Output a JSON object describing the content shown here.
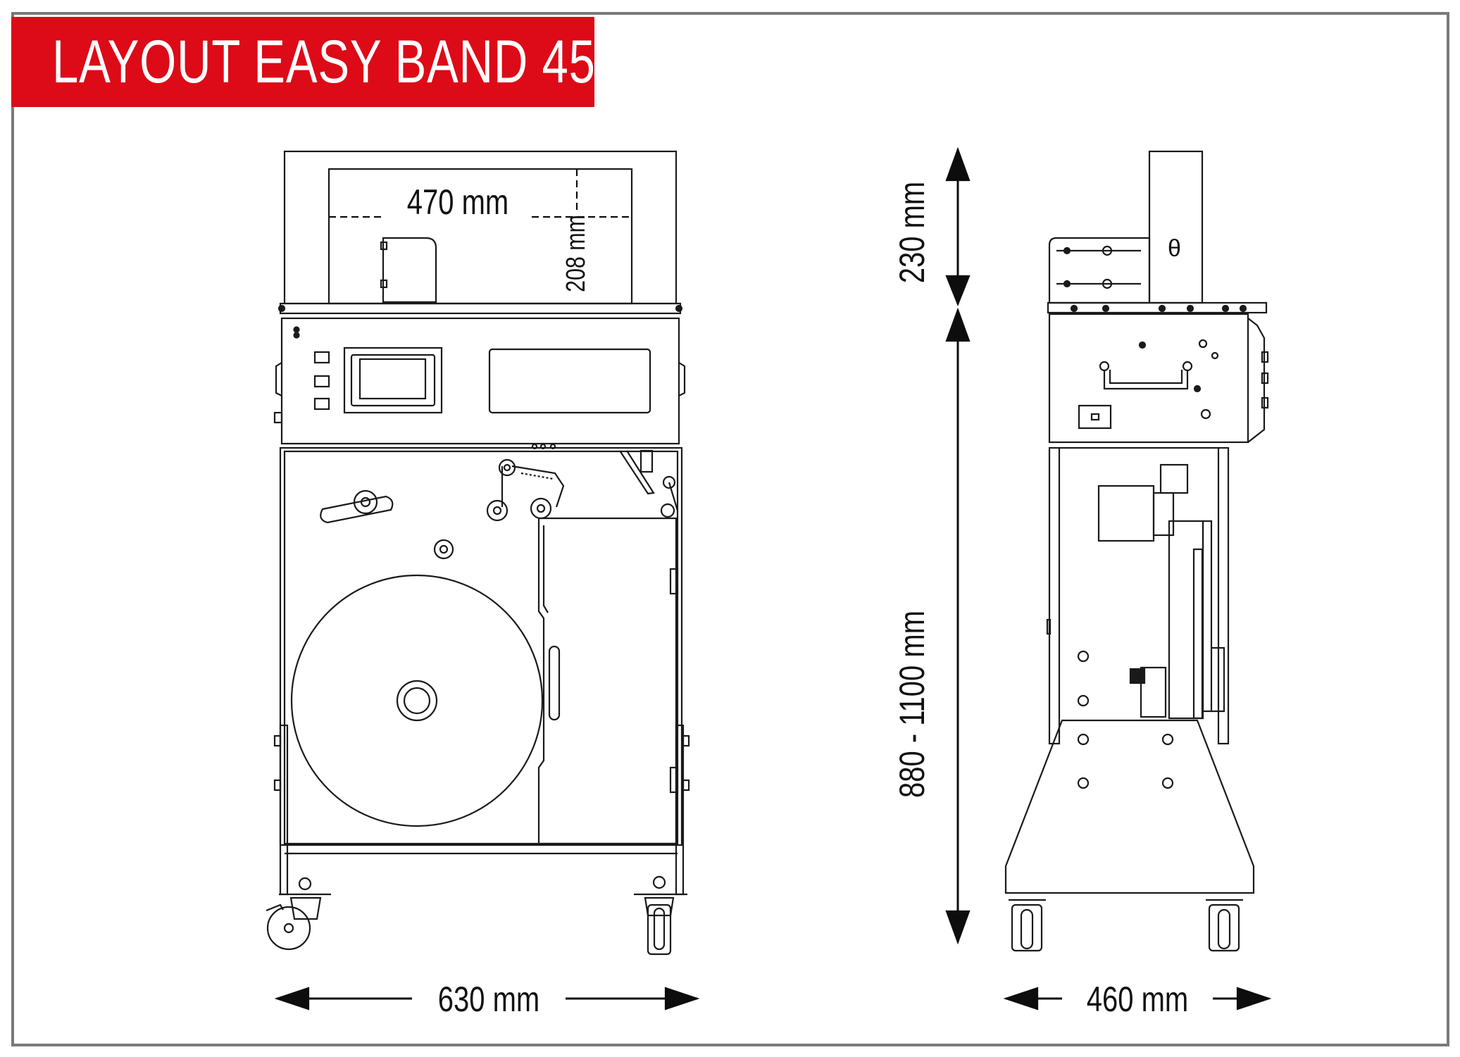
{
  "title": "LAYOUT EASY BAND 45B",
  "colors": {
    "banner": "#dd0a17",
    "frame": "#7a7a7a",
    "line": "#1a1a1a",
    "arrow": "#0d0d0d"
  },
  "front_view": {
    "arch_width_label": "470 mm",
    "arch_height_label": "208 mm",
    "overall_width_label": "630 mm"
  },
  "side_view": {
    "top_height_label": "230 mm",
    "table_height_label": "880 - 1100 mm",
    "overall_depth_label": "460 mm"
  }
}
